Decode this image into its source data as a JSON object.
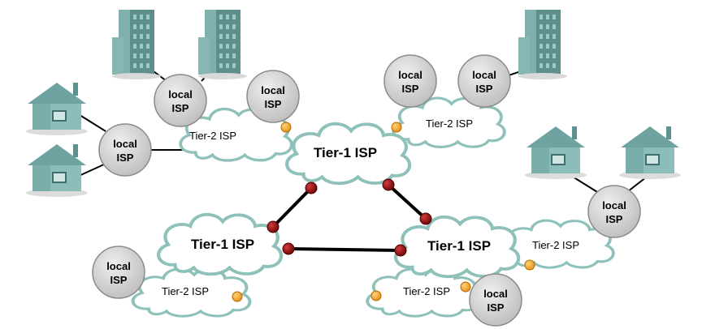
{
  "labels": {
    "tier1_top": "Tier-1 ISP",
    "tier1_left": "Tier-1 ISP",
    "tier1_right": "Tier-1 ISP",
    "tier2_top_left": "Tier-2 ISP",
    "tier2_top_right": "Tier-2 ISP",
    "tier2_right": "Tier-2 ISP",
    "tier2_bottom_left": "Tier-2 ISP",
    "tier2_bottom_right": "Tier-2 ISP"
  },
  "local_isp": {
    "line1": "local",
    "line2": "ISP"
  },
  "colors": {
    "cloud_fill": "#ffffff",
    "cloud_stroke": "#8fc1bb",
    "local_isp_fill": "#d2d2d2",
    "local_isp_stroke": "#8a8a8a",
    "router_red": "#8b0a0a",
    "router_orange": "#f5a623",
    "building": "#6f9e9c",
    "house": "#7fb2b0",
    "link": "#000000"
  }
}
